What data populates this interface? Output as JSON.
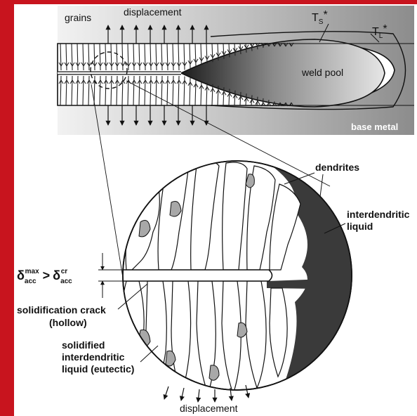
{
  "top_panel": {
    "grains": "grains",
    "displacement": "displacement",
    "ts": "T",
    "ts_sub": "S",
    "tl": "T",
    "tl_sub": "L",
    "star": "*",
    "weld_pool": "weld pool",
    "base_metal": "base metal"
  },
  "detail_panel": {
    "dendrites": "dendrites",
    "interdendritic_liquid_line1": "interdendritic",
    "interdendritic_liquid_line2": "liquid",
    "delta": "δ",
    "acc": "acc",
    "max": "max",
    "cr": "cr",
    "gt": ">",
    "crack_line1": "solidification crack",
    "crack_line2": "(hollow)",
    "eutectic_line1": "solidified",
    "eutectic_line2": "interdendritic",
    "eutectic_line3": "liquid (eutectic)",
    "displacement_bottom": "displacement"
  },
  "colors": {
    "frame_red": "#c8141e",
    "liquid_dark": "#3a3a3a",
    "eutectic_gray": "#a8a8a8",
    "base_metal_gray": "#9a9a9a"
  }
}
